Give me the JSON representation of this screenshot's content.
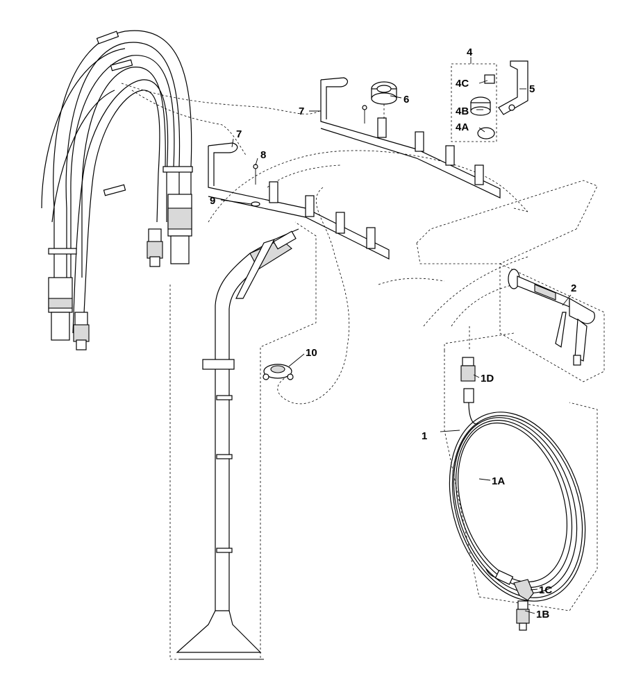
{
  "title": "",
  "parts": [
    {
      "id": "p1",
      "label": "1"
    },
    {
      "id": "p1a",
      "label": "1A"
    },
    {
      "id": "p1b",
      "label": "1B"
    },
    {
      "id": "p1c",
      "label": "1C"
    },
    {
      "id": "p1d",
      "label": "1D"
    },
    {
      "id": "p2",
      "label": "2"
    },
    {
      "id": "p4",
      "label": "4"
    },
    {
      "id": "p4a",
      "label": "4A"
    },
    {
      "id": "p4b",
      "label": "4B"
    },
    {
      "id": "p4c",
      "label": "4C"
    },
    {
      "id": "p5",
      "label": "5"
    },
    {
      "id": "p6",
      "label": "6"
    },
    {
      "id": "p7a",
      "label": "7"
    },
    {
      "id": "p7b",
      "label": "7"
    },
    {
      "id": "p8",
      "label": "8"
    },
    {
      "id": "p9",
      "label": "9"
    },
    {
      "id": "p10",
      "label": "10"
    }
  ]
}
